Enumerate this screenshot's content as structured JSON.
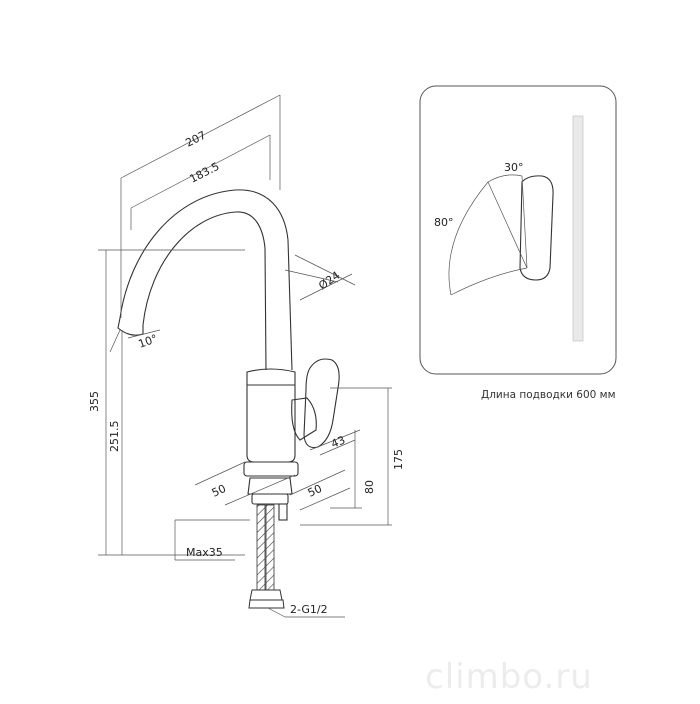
{
  "diagram": {
    "dimensions": {
      "total_width": "207",
      "spout_reach": "183.5",
      "spout_diameter": "Ø24",
      "spout_angle": "10°",
      "total_height": "355",
      "spout_height": "251.5",
      "handle_offset": "43",
      "base_to_handle": "80",
      "body_height": "175",
      "base_left": "50",
      "base_right": "50",
      "max_counter": "Max35",
      "connection": "2-G1/2"
    },
    "handle_detail": {
      "angle_small": "30°",
      "angle_large": "80°"
    },
    "hose_note": "Длина подводки 600 мм"
  },
  "watermark": "climbo.ru",
  "colors": {
    "line": "#333333",
    "dim_line": "#555555",
    "watermark": "#ececec"
  }
}
